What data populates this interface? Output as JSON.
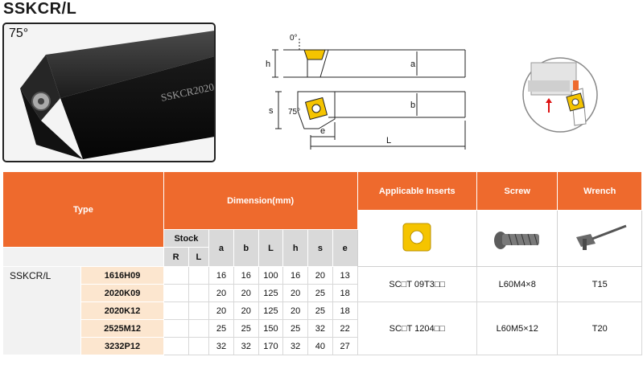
{
  "title": "SSKCR/L",
  "photo": {
    "angle_label": "75°",
    "engraving": "SSKCR2020"
  },
  "diagram": {
    "angle_top": "0°",
    "angle_side": "75°",
    "labels": {
      "h": "h",
      "a": "a",
      "s": "s",
      "b": "b",
      "e": "e",
      "L": "L"
    }
  },
  "table": {
    "header": {
      "type": "Type",
      "dimension": "Dimension(mm)",
      "inserts": "Applicable Inserts",
      "screw": "Screw",
      "wrench": "Wrench",
      "stock": "Stock",
      "r": "R",
      "l": "L",
      "cols": [
        "a",
        "b",
        "L",
        "h",
        "s",
        "e"
      ]
    },
    "type_name": "SSKCR/L",
    "rows": [
      {
        "code": "1616H09",
        "a": "16",
        "b": "16",
        "L": "100",
        "h": "16",
        "s": "20",
        "e": "13"
      },
      {
        "code": "2020K09",
        "a": "20",
        "b": "20",
        "L": "125",
        "h": "20",
        "s": "25",
        "e": "18"
      },
      {
        "code": "2020K12",
        "a": "20",
        "b": "20",
        "L": "125",
        "h": "20",
        "s": "25",
        "e": "18"
      },
      {
        "code": "2525M12",
        "a": "25",
        "b": "25",
        "L": "150",
        "h": "25",
        "s": "32",
        "e": "22"
      },
      {
        "code": "3232P12",
        "a": "32",
        "b": "32",
        "L": "170",
        "h": "32",
        "s": "40",
        "e": "27"
      }
    ],
    "groups": [
      {
        "insert": "SC□T 09T3□□",
        "screw": "L60M4×8",
        "wrench": "T15"
      },
      {
        "insert": "SC□T 1204□□",
        "screw": "L60M5×12",
        "wrench": "T20"
      }
    ]
  },
  "colors": {
    "header": "#ee6a2d",
    "code_bg": "#fce6cf",
    "insert": "#f5c400"
  }
}
